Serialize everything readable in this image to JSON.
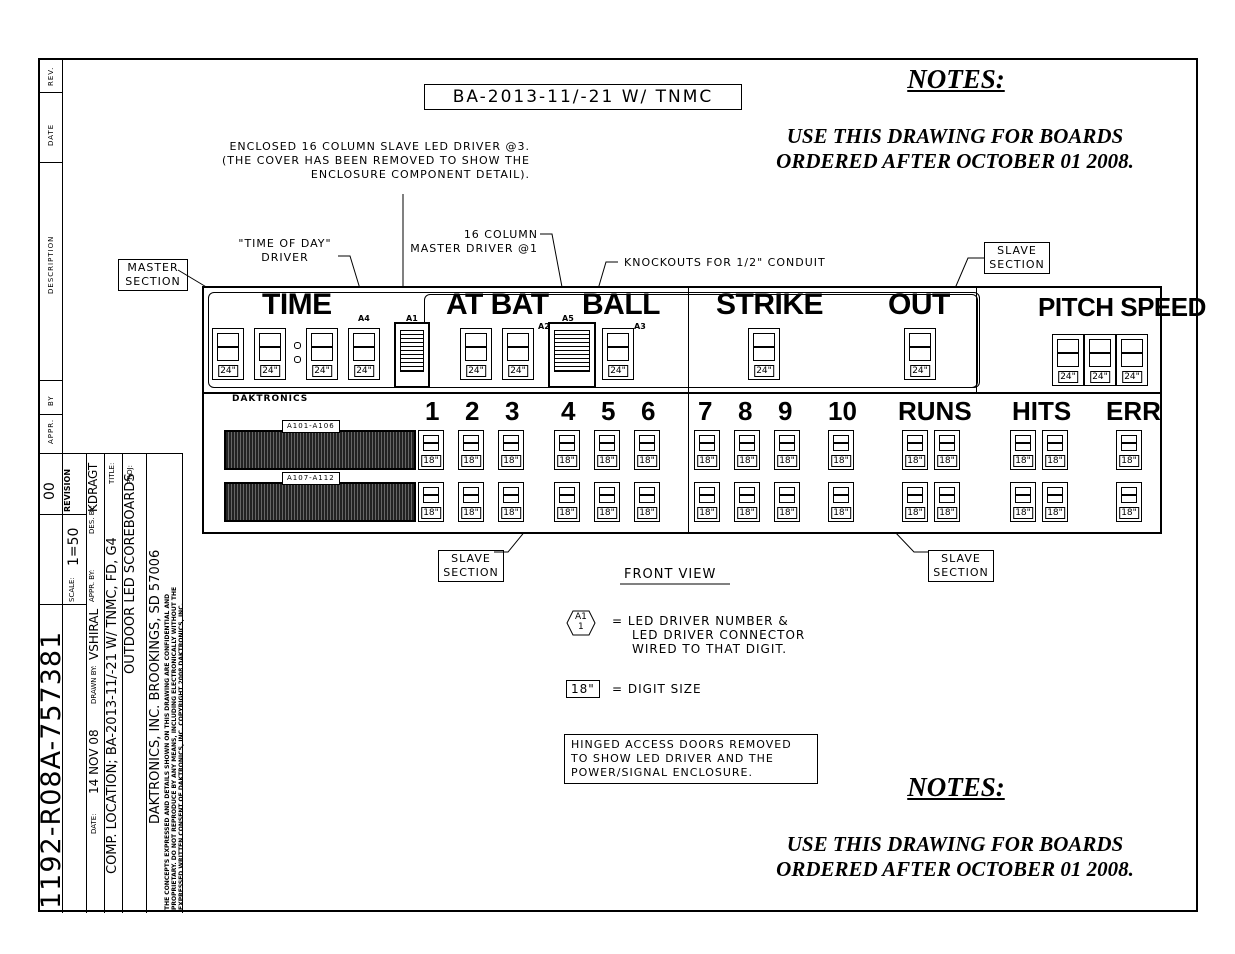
{
  "title_box": "BA-2013-11/-21 W/ TNMC",
  "notes": {
    "heading": "NOTES:",
    "line1": "USE THIS DRAWING FOR BOARDS",
    "line2": "ORDERED AFTER OCTOBER 01 2008."
  },
  "callouts": {
    "enclosed": [
      "ENCLOSED 16 COLUMN SLAVE LED DRIVER @3.",
      "(THE COVER HAS BEEN REMOVED TO SHOW THE",
      "ENCLOSURE COMPONENT DETAIL)."
    ],
    "time_of_day": [
      "\"TIME OF DAY\"",
      "DRIVER"
    ],
    "master_driver": [
      "16 COLUMN",
      "MASTER DRIVER @1"
    ],
    "knockouts": "KNOCKOUTS FOR 1/2\" CONDUIT",
    "master_section": [
      "MASTER",
      "SECTION"
    ],
    "slave_section": [
      "SLAVE",
      "SECTION"
    ]
  },
  "board": {
    "headings": [
      "TIME",
      "AT BAT",
      "BALL",
      "STRIKE",
      "OUT",
      "PITCH SPEED"
    ],
    "brand": "DAKTRONICS",
    "innings": [
      "1",
      "2",
      "3",
      "4",
      "5",
      "6",
      "7",
      "8",
      "9",
      "10"
    ],
    "totals": [
      "RUNS",
      "HITS",
      "ERR"
    ],
    "panel1_label": "A101-A106",
    "panel2_label": "A107-A112",
    "driver_tags": [
      "A4",
      "A1",
      "A2",
      "A5",
      "A3"
    ],
    "size_24": "24\"",
    "size_18": "18\""
  },
  "legend": {
    "front_view": "FRONT VIEW",
    "hex_top": "A1",
    "hex_bottom": "1",
    "hex_desc": [
      "= LED DRIVER NUMBER &",
      "LED DRIVER CONNECTOR",
      "WIRED TO THAT DIGIT."
    ],
    "size_box": "18\"",
    "size_desc": "= DIGIT SIZE",
    "hinged": [
      "HINGED ACCESS DOORS REMOVED",
      "TO SHOW LED DRIVER AND THE",
      "POWER/SIGNAL ENCLOSURE."
    ]
  },
  "title_block": {
    "rev_labels": [
      "REV.",
      "DATE",
      "DESCRIPTION",
      "BY",
      "APPR."
    ],
    "confidential": [
      "THE CONCEPTS EXPRESSED AND DETAILS SHOWN ON THIS DRAWING ARE CONFIDENTIAL AND",
      "PROPRIETARY. DO NOT REPRODUCE BY ANY MEANS, INCLUDING ELECTRONICALLY WITHOUT THE",
      "EXPRESSED WRITTEN CONSENT OF DAKTRONICS, INC.          COPYRIGHT 2008 DAKTRONICS, INC."
    ],
    "company": "DAKTRONICS, INC.  BROOKINGS, SD 57006",
    "proj_label": "PROJ:",
    "proj": "OUTDOOR LED SCOREBOARDS",
    "title_label": "TITLE:",
    "title": "COMP. LOCATION; BA-2013-11/-21 W/ TNMC, FD, G4",
    "des_label": "DES. BY:",
    "des": "KDRAGT",
    "drawn_label": "DRAWN BY:",
    "drawn": "VSHIRAL",
    "date_label": "DATE:",
    "date": "14 NOV 08",
    "revision_label": "REVISION",
    "revision": "00",
    "appr_label": "APPR. BY:",
    "scale_label": "SCALE:",
    "scale": "1=50",
    "drawing_no": "1192-R08A-757381"
  }
}
